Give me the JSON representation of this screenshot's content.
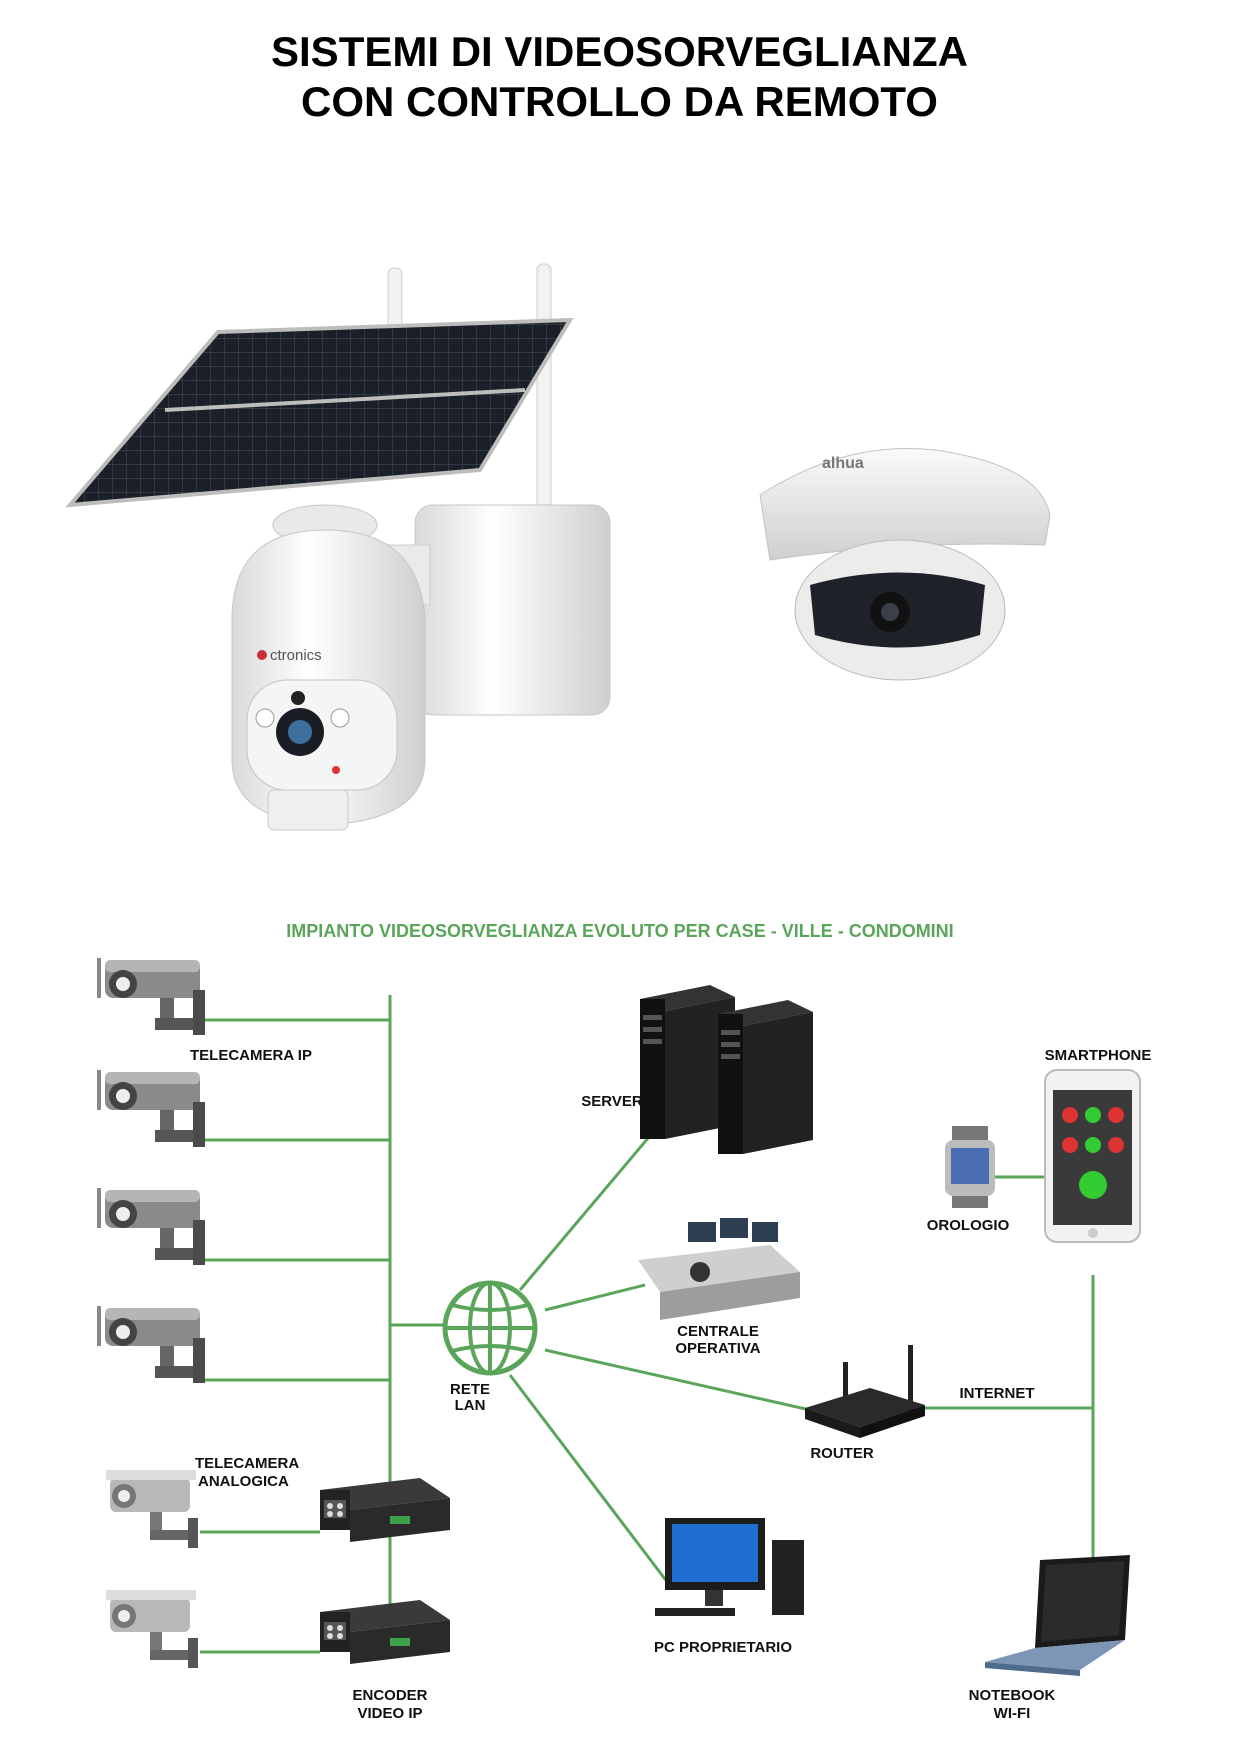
{
  "title": {
    "line1": "SISTEMI DI VIDEOSORVEGLIANZA",
    "line2": "CON CONTROLLO DA REMOTO"
  },
  "photo": {
    "brand_left": "ctronics",
    "brand_right": "alhua"
  },
  "diagram": {
    "subtitle": "IMPIANTO VIDEOSORVEGLIANZA EVOLUTO PER CASE - VILLE - CONDOMINI",
    "labels": {
      "telecamera_ip": "TELECAMERA IP",
      "telecamera_analogica_1": "TELECAMERA",
      "telecamera_analogica_2": "ANALOGICA",
      "encoder_1": "ENCODER",
      "encoder_2": "VIDEO IP",
      "rete_1": "RETE",
      "rete_2": "LAN",
      "server": "SERVER",
      "centrale_1": "CENTRALE",
      "centrale_2": "OPERATIVA",
      "router": "ROUTER",
      "internet": "INTERNET",
      "pc": "PC PROPRIETARIO",
      "smartphone": "SMARTPHONE",
      "orologio": "OROLOGIO",
      "notebook_1": "NOTEBOOK",
      "notebook_2": "WI-FI"
    },
    "colors": {
      "line": "#5aa55a"
    }
  }
}
